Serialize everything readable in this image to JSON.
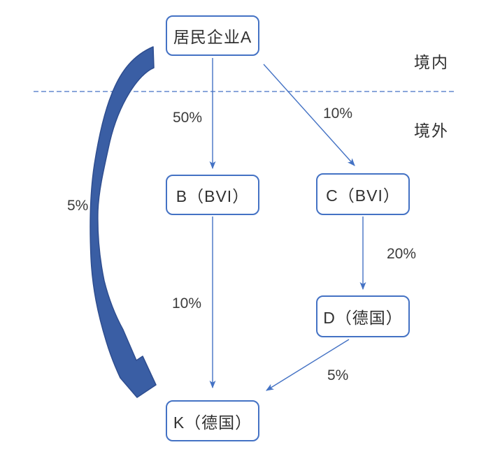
{
  "regions": {
    "domestic": "境内",
    "overseas": "境外"
  },
  "nodes": [
    {
      "id": "A",
      "label": "居民企业A"
    },
    {
      "id": "B",
      "label": "B（BVI）"
    },
    {
      "id": "C",
      "label": "C（BVI）"
    },
    {
      "id": "D",
      "label": "D（德国）"
    },
    {
      "id": "K",
      "label": "K（德国）"
    }
  ],
  "edges": [
    {
      "from": "居民企业A",
      "to": "B（BVI）",
      "label": "50%",
      "style": "thin-arrow"
    },
    {
      "from": "居民企业A",
      "to": "C（BVI）",
      "label": "10%",
      "style": "thin-arrow"
    },
    {
      "from": "C（BVI）",
      "to": "D（德国）",
      "label": "20%",
      "style": "thin-arrow"
    },
    {
      "from": "B（BVI）",
      "to": "K（德国）",
      "label": "10%",
      "style": "thin-arrow"
    },
    {
      "from": "D（德国）",
      "to": "K（德国）",
      "label": "5%",
      "style": "thin-arrow"
    },
    {
      "from": "居民企业A",
      "to": "K（德国）",
      "label": "5%",
      "style": "thick-curved-arrow"
    }
  ],
  "colors": {
    "box_border": "#4472C4",
    "connector": "#4472C4",
    "divider_dashed": "#4472C4",
    "thick_arrow_fill": "#3A5EA4",
    "thick_arrow_border": "#2E4D8F",
    "text": "#303030"
  }
}
